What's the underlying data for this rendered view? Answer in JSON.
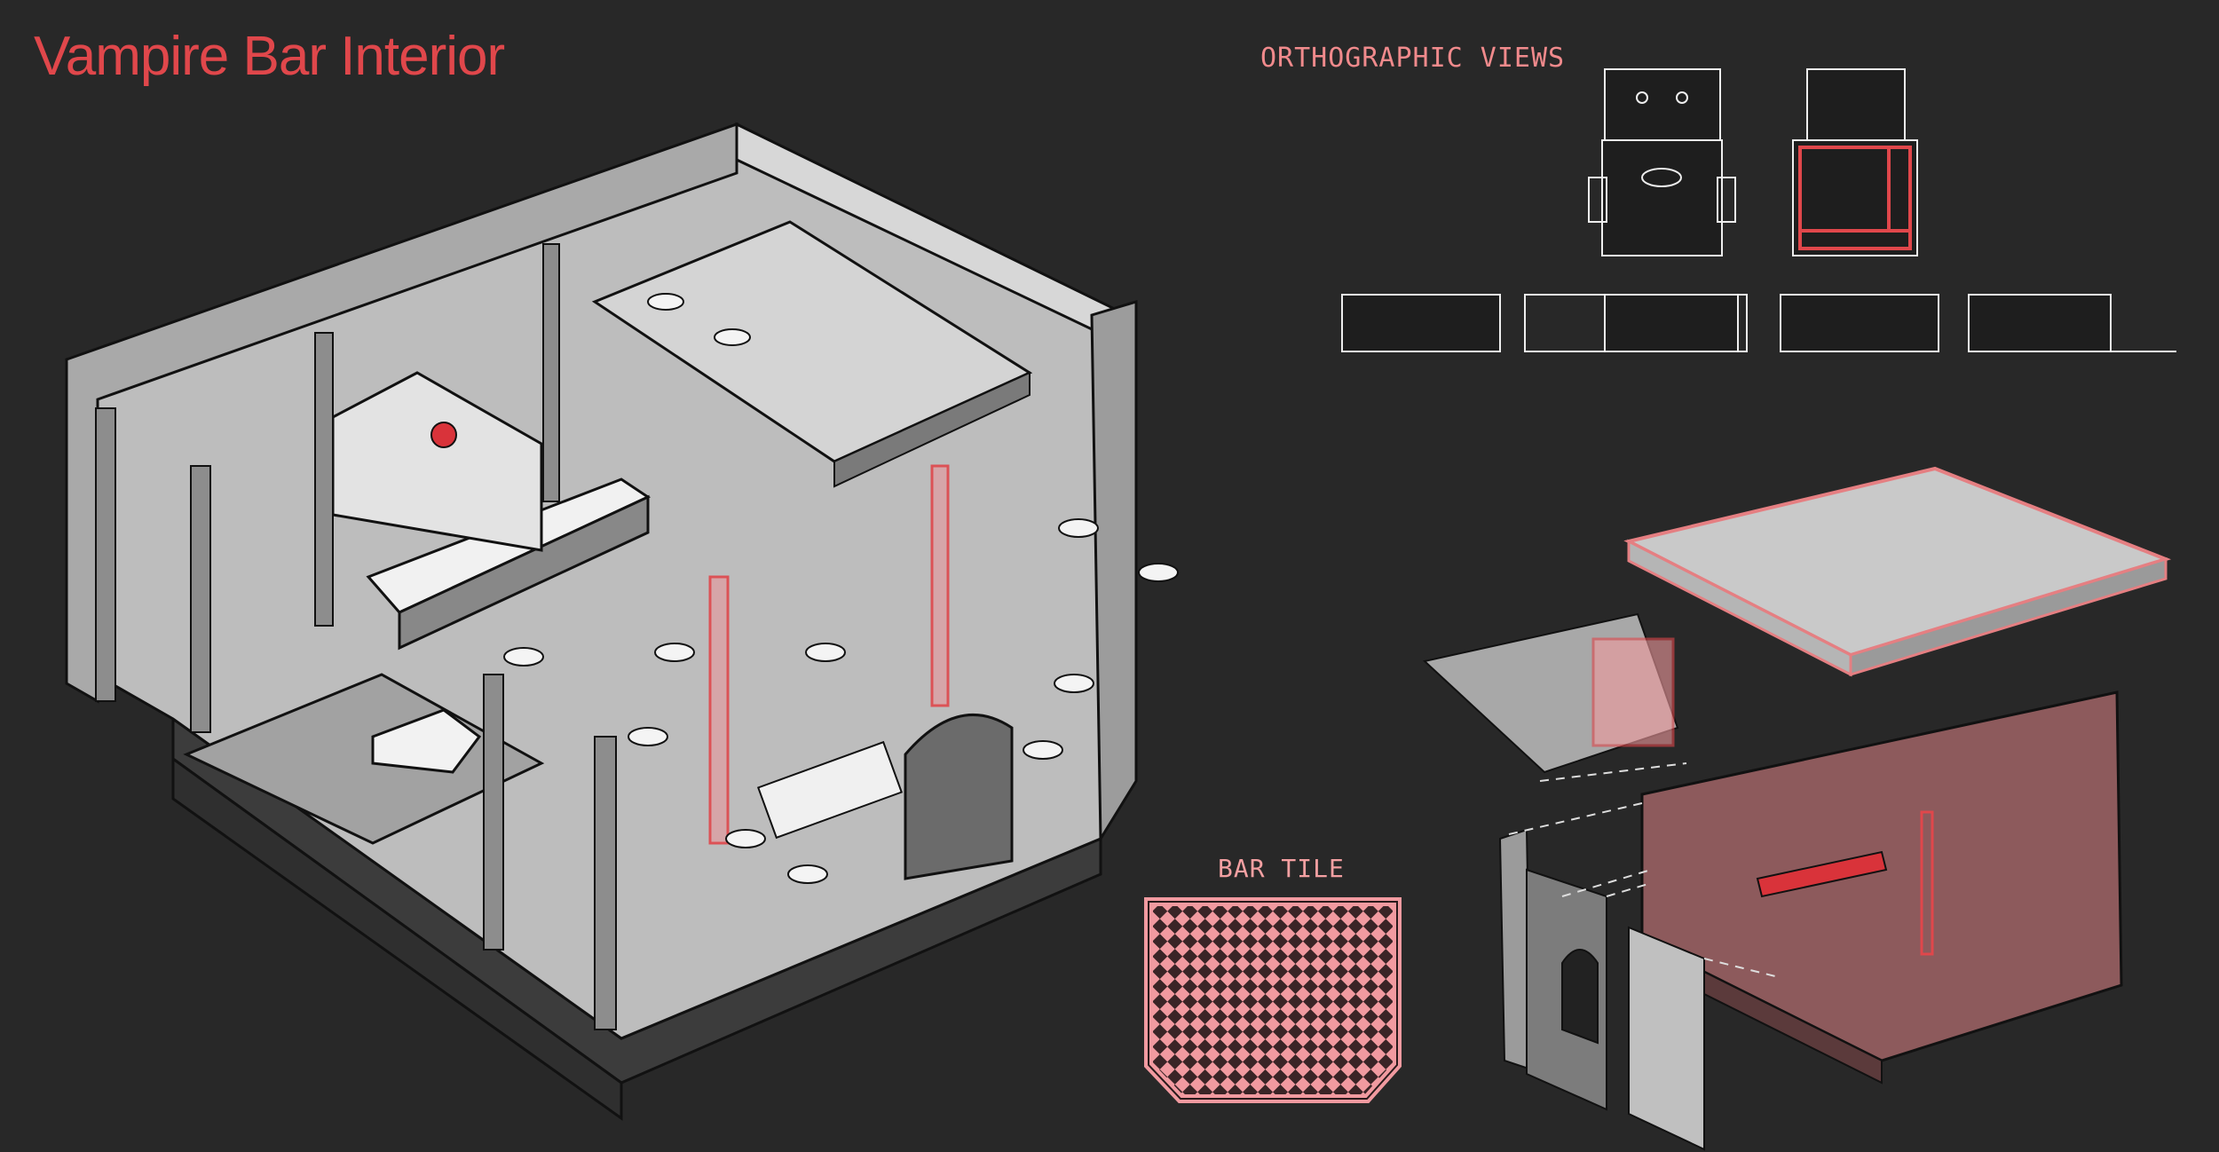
{
  "title": "Vampire Bar Interior",
  "labels": {
    "orthographic_views": "ORTHOGRAPHIC VIEWS",
    "bar_tile": "BAR TILE"
  },
  "colors": {
    "background": "#282828",
    "accent": "#e0474b",
    "highlight": "#f08a8c"
  }
}
